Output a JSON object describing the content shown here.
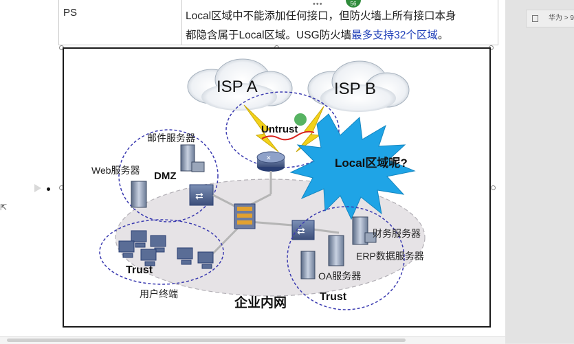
{
  "table": {
    "left_cell": "PS",
    "right_line1": "Local区域中不能添加任何接口，但防火墙上所有接口本身",
    "right_line2_prefix": "都隐含属于Local区域。USG防火墙",
    "right_line2_highlight": "最多支持32个区域",
    "right_line2_suffix": "。"
  },
  "top": {
    "dots": "•••",
    "page_badge": "56"
  },
  "side_panel": {
    "tab_label": "华为 > 9"
  },
  "diagram": {
    "isp_a": "ISP A",
    "isp_b": "ISP B",
    "untrust": "Untrust",
    "local_question": "Local区域呢?",
    "mail_server": "邮件服务器",
    "web_server": "Web服务器",
    "dmz": "DMZ",
    "trust_left": "Trust",
    "user_terminal": "用户终端",
    "finance_server": "财务服务器",
    "erp_server": "ERP数据服务器",
    "oa_server": "OA服务器",
    "trust_right": "Trust",
    "intranet": "企业内网"
  },
  "colors": {
    "zone_dash": "#3a3ab0",
    "starburst": "#1fa4e6",
    "bolt": "#f3d21a",
    "annotation_red": "#d8231e",
    "annotation_green": "#3aa647",
    "highlight_text": "#1f3fb8"
  }
}
